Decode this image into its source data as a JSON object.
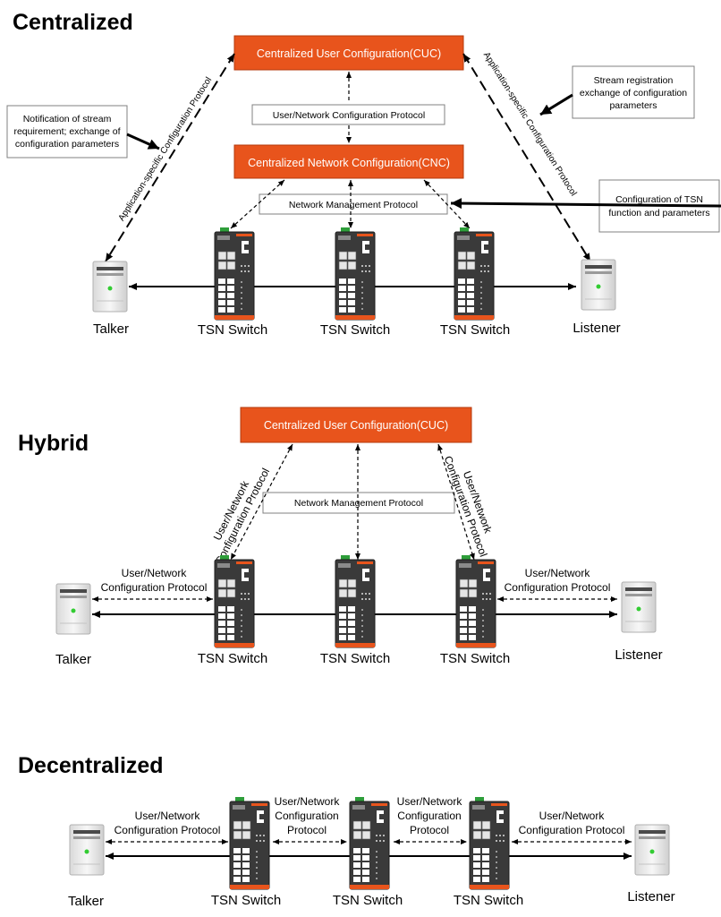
{
  "colors": {
    "accent": "#e8541c",
    "switch_body": "#3a3a3a",
    "port": "#ffffff",
    "led": "#33cc33"
  },
  "centralized": {
    "heading": "Centralized",
    "cuc": "Centralized User Configuration(CUC)",
    "cnc": "Centralized Network Configuration(CNC)",
    "unc_protocol": "User/Network Configuration Protocol",
    "nmp": "Network Management Protocol",
    "left_link": "Application-specific Configuration Protocol",
    "right_link": "Application-specific Configuration Protocol",
    "note_left": [
      "Notification of stream",
      "requirement; exchange of",
      "configuration parameters"
    ],
    "note_right": [
      "Stream registration",
      "exchange of configuration",
      "parameters"
    ],
    "note_tsn": [
      "Configuration of TSN",
      "function and parameters"
    ],
    "talker": "Talker",
    "listener": "Listener",
    "switches": [
      "TSN Switch",
      "TSN Switch",
      "TSN Switch"
    ]
  },
  "hybrid": {
    "heading": "Hybrid",
    "cuc": "Centralized User Configuration(CUC)",
    "nmp": "Network Management Protocol",
    "left_diag": [
      "User/Network",
      "Configuration Protocol"
    ],
    "right_diag": [
      "User/Network",
      "Configuration Protocol"
    ],
    "link_left": [
      "User/Network",
      "Configuration Protocol"
    ],
    "link_right": [
      "User/Network",
      "Configuration Protocol"
    ],
    "talker": "Talker",
    "listener": "Listener",
    "switches": [
      "TSN Switch",
      "TSN Switch",
      "TSN Switch"
    ]
  },
  "decentralized": {
    "heading": "Decentralized",
    "link_1": [
      "User/Network",
      "Configuration Protocol"
    ],
    "link_2": [
      "User/Network",
      "Configuration",
      "Protocol"
    ],
    "link_3": [
      "User/Network",
      "Configuration",
      "Protocol"
    ],
    "link_4": [
      "User/Network",
      "Configuration Protocol"
    ],
    "talker": "Talker",
    "listener": "Listener",
    "switches": [
      "TSN Switch",
      "TSN Switch",
      "TSN Switch"
    ]
  }
}
